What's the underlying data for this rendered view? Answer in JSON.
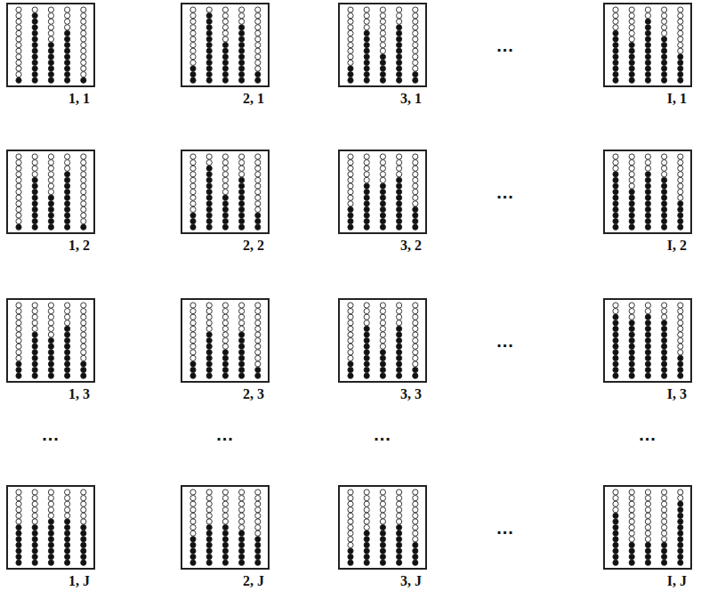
{
  "diagram": {
    "nodes": [
      {
        "text": [
          "1, 1"
        ]
      },
      {
        "text": [
          "2, 1"
        ]
      },
      {
        "text": [
          "3, 1"
        ]
      },
      {
        "text": [
          "I, 1"
        ]
      },
      {
        "text": [
          "1, 2"
        ]
      },
      {
        "text": [
          "2, 2"
        ]
      },
      {
        "text": [
          "3, 2"
        ]
      },
      {
        "text": [
          "I, 2"
        ]
      },
      {
        "text": [
          "1, 3"
        ]
      },
      {
        "text": [
          "2, 3"
        ]
      },
      {
        "text": [
          "3, 3"
        ]
      },
      {
        "text": [
          "I, 3"
        ]
      },
      {
        "text": [
          "1, J"
        ]
      },
      {
        "text": [
          "2, J"
        ]
      },
      {
        "text": [
          "3, J"
        ]
      },
      {
        "text": [
          "I, J"
        ]
      }
    ],
    "labels": [
      "...",
      "...",
      "...",
      "...",
      "...",
      "...",
      "...",
      "..."
    ]
  }
}
